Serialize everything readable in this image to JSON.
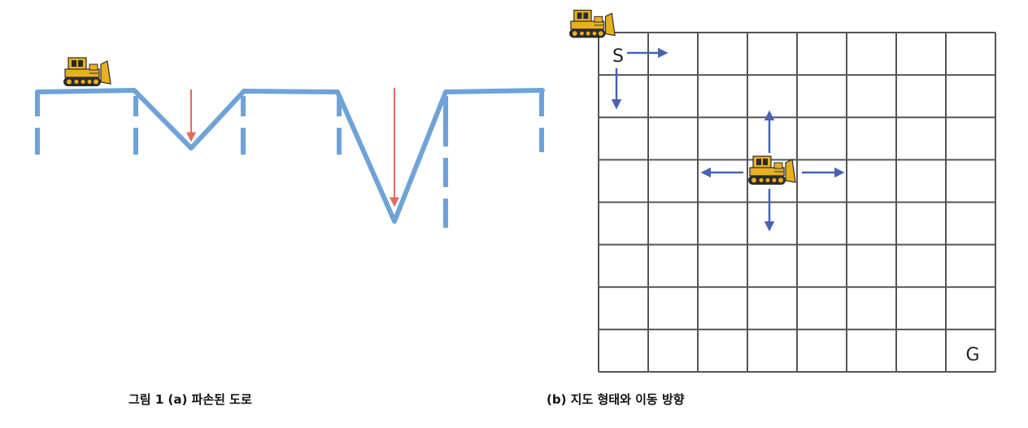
{
  "figure": {
    "caption_a": "그림 1 (a) 파손된 도로",
    "caption_b": "(b) 지도 형태와 이동 방향"
  },
  "grid": {
    "rows": 8,
    "cols": 8,
    "start_label": "S",
    "goal_label": "G",
    "start_cell": [
      0,
      0
    ],
    "goal_cell": [
      7,
      7
    ],
    "bulldozer_cell": [
      3,
      3
    ],
    "move_directions": [
      "up",
      "down",
      "left",
      "right"
    ],
    "start_directions": [
      "right",
      "down"
    ]
  },
  "road": {
    "pit_depths": [
      "shallow",
      "deep"
    ]
  },
  "colors": {
    "road": "#6fa3d8",
    "pit_arrow": "#e36a5c",
    "move_arrow": "#4a62b3",
    "grid_line": "#555555",
    "bulldozer_body": "#e8b020",
    "bulldozer_dark": "#2b2b2b"
  },
  "icons": {
    "vehicle": "bulldozer-icon"
  }
}
